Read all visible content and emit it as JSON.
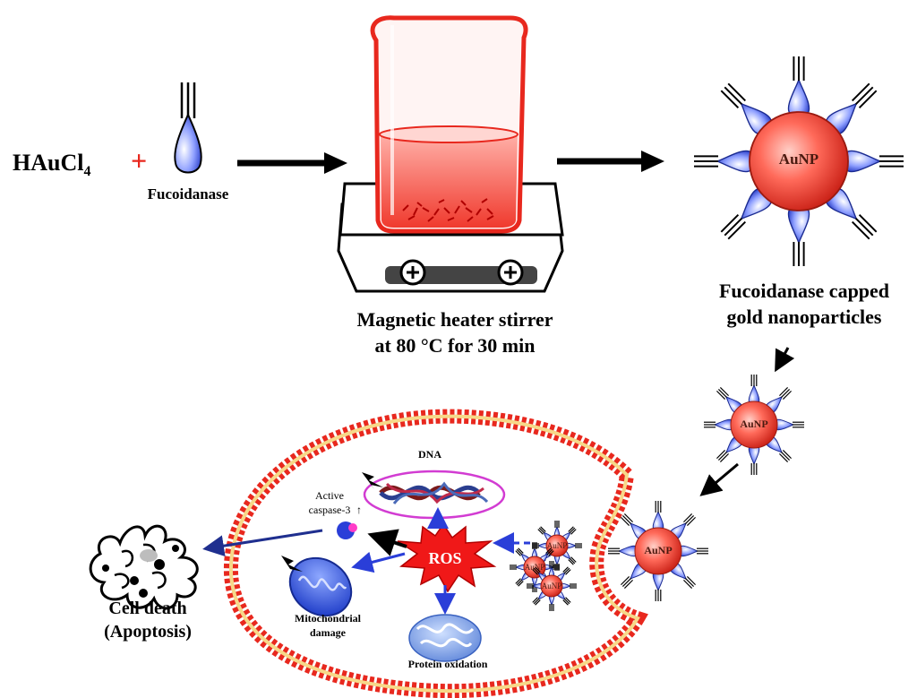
{
  "reagents": {
    "precursor": "HAuCl",
    "precursor_subscript": "4",
    "plus": "+",
    "enzyme": "Fucoidanase"
  },
  "synthesis": {
    "caption_line1": "Magnetic heater stirrer",
    "caption_line2": "at 80 °C for 30 min"
  },
  "product": {
    "particle_label": "AuNP",
    "caption_line1": "Fucoidanase capped",
    "caption_line2": "gold nanoparticles"
  },
  "cell": {
    "dna_label": "DNA",
    "caspase_label_line1": "Active",
    "caspase_label_line2": "caspase-3",
    "ros_label": "ROS",
    "mito_label_line1": "Mitochondrial",
    "mito_label_line2": "damage",
    "protein_label": "Protein oxidation",
    "outcome_line1": "Cell death",
    "outcome_line2": "(Apoptosis)",
    "aggregate_label": "AuNP"
  },
  "colors": {
    "arrow": "#000000",
    "cell_arrow": "#1f2f8f",
    "membrane": "#e8281e",
    "particle": "#f0504a",
    "ligand": "#5a6ee0",
    "dna_ring": "#d23cd2"
  }
}
